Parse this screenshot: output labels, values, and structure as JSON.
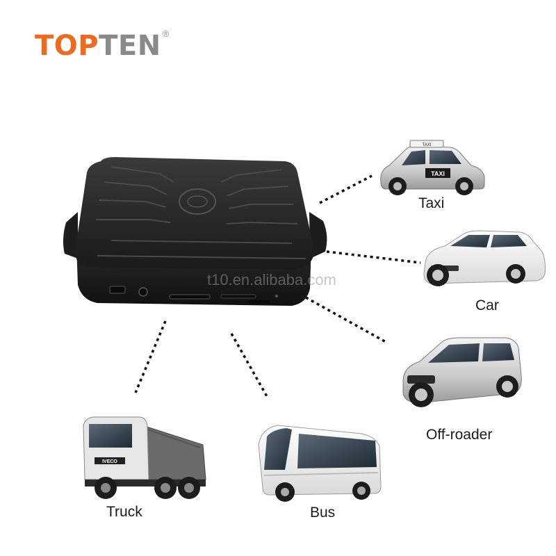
{
  "logo": {
    "part1": "TOP",
    "part2": "TEN",
    "registered": "®"
  },
  "watermark": "t10.en.alibaba.com",
  "vehicles": {
    "taxi": {
      "label": "Taxi",
      "sign": "TAXI",
      "roof_sign": "TAXI"
    },
    "car": {
      "label": "Car"
    },
    "offroader": {
      "label": "Off-roader"
    },
    "truck": {
      "label": "Truck",
      "brand": "IVECO"
    },
    "bus": {
      "label": "Bus"
    }
  },
  "colors": {
    "logo_orange": "#ee6a1c",
    "logo_gray": "#8a8a8a",
    "device_body": "#232323",
    "truck_cab": "#e8e8e8",
    "bus_body": "#f2f2f2"
  }
}
